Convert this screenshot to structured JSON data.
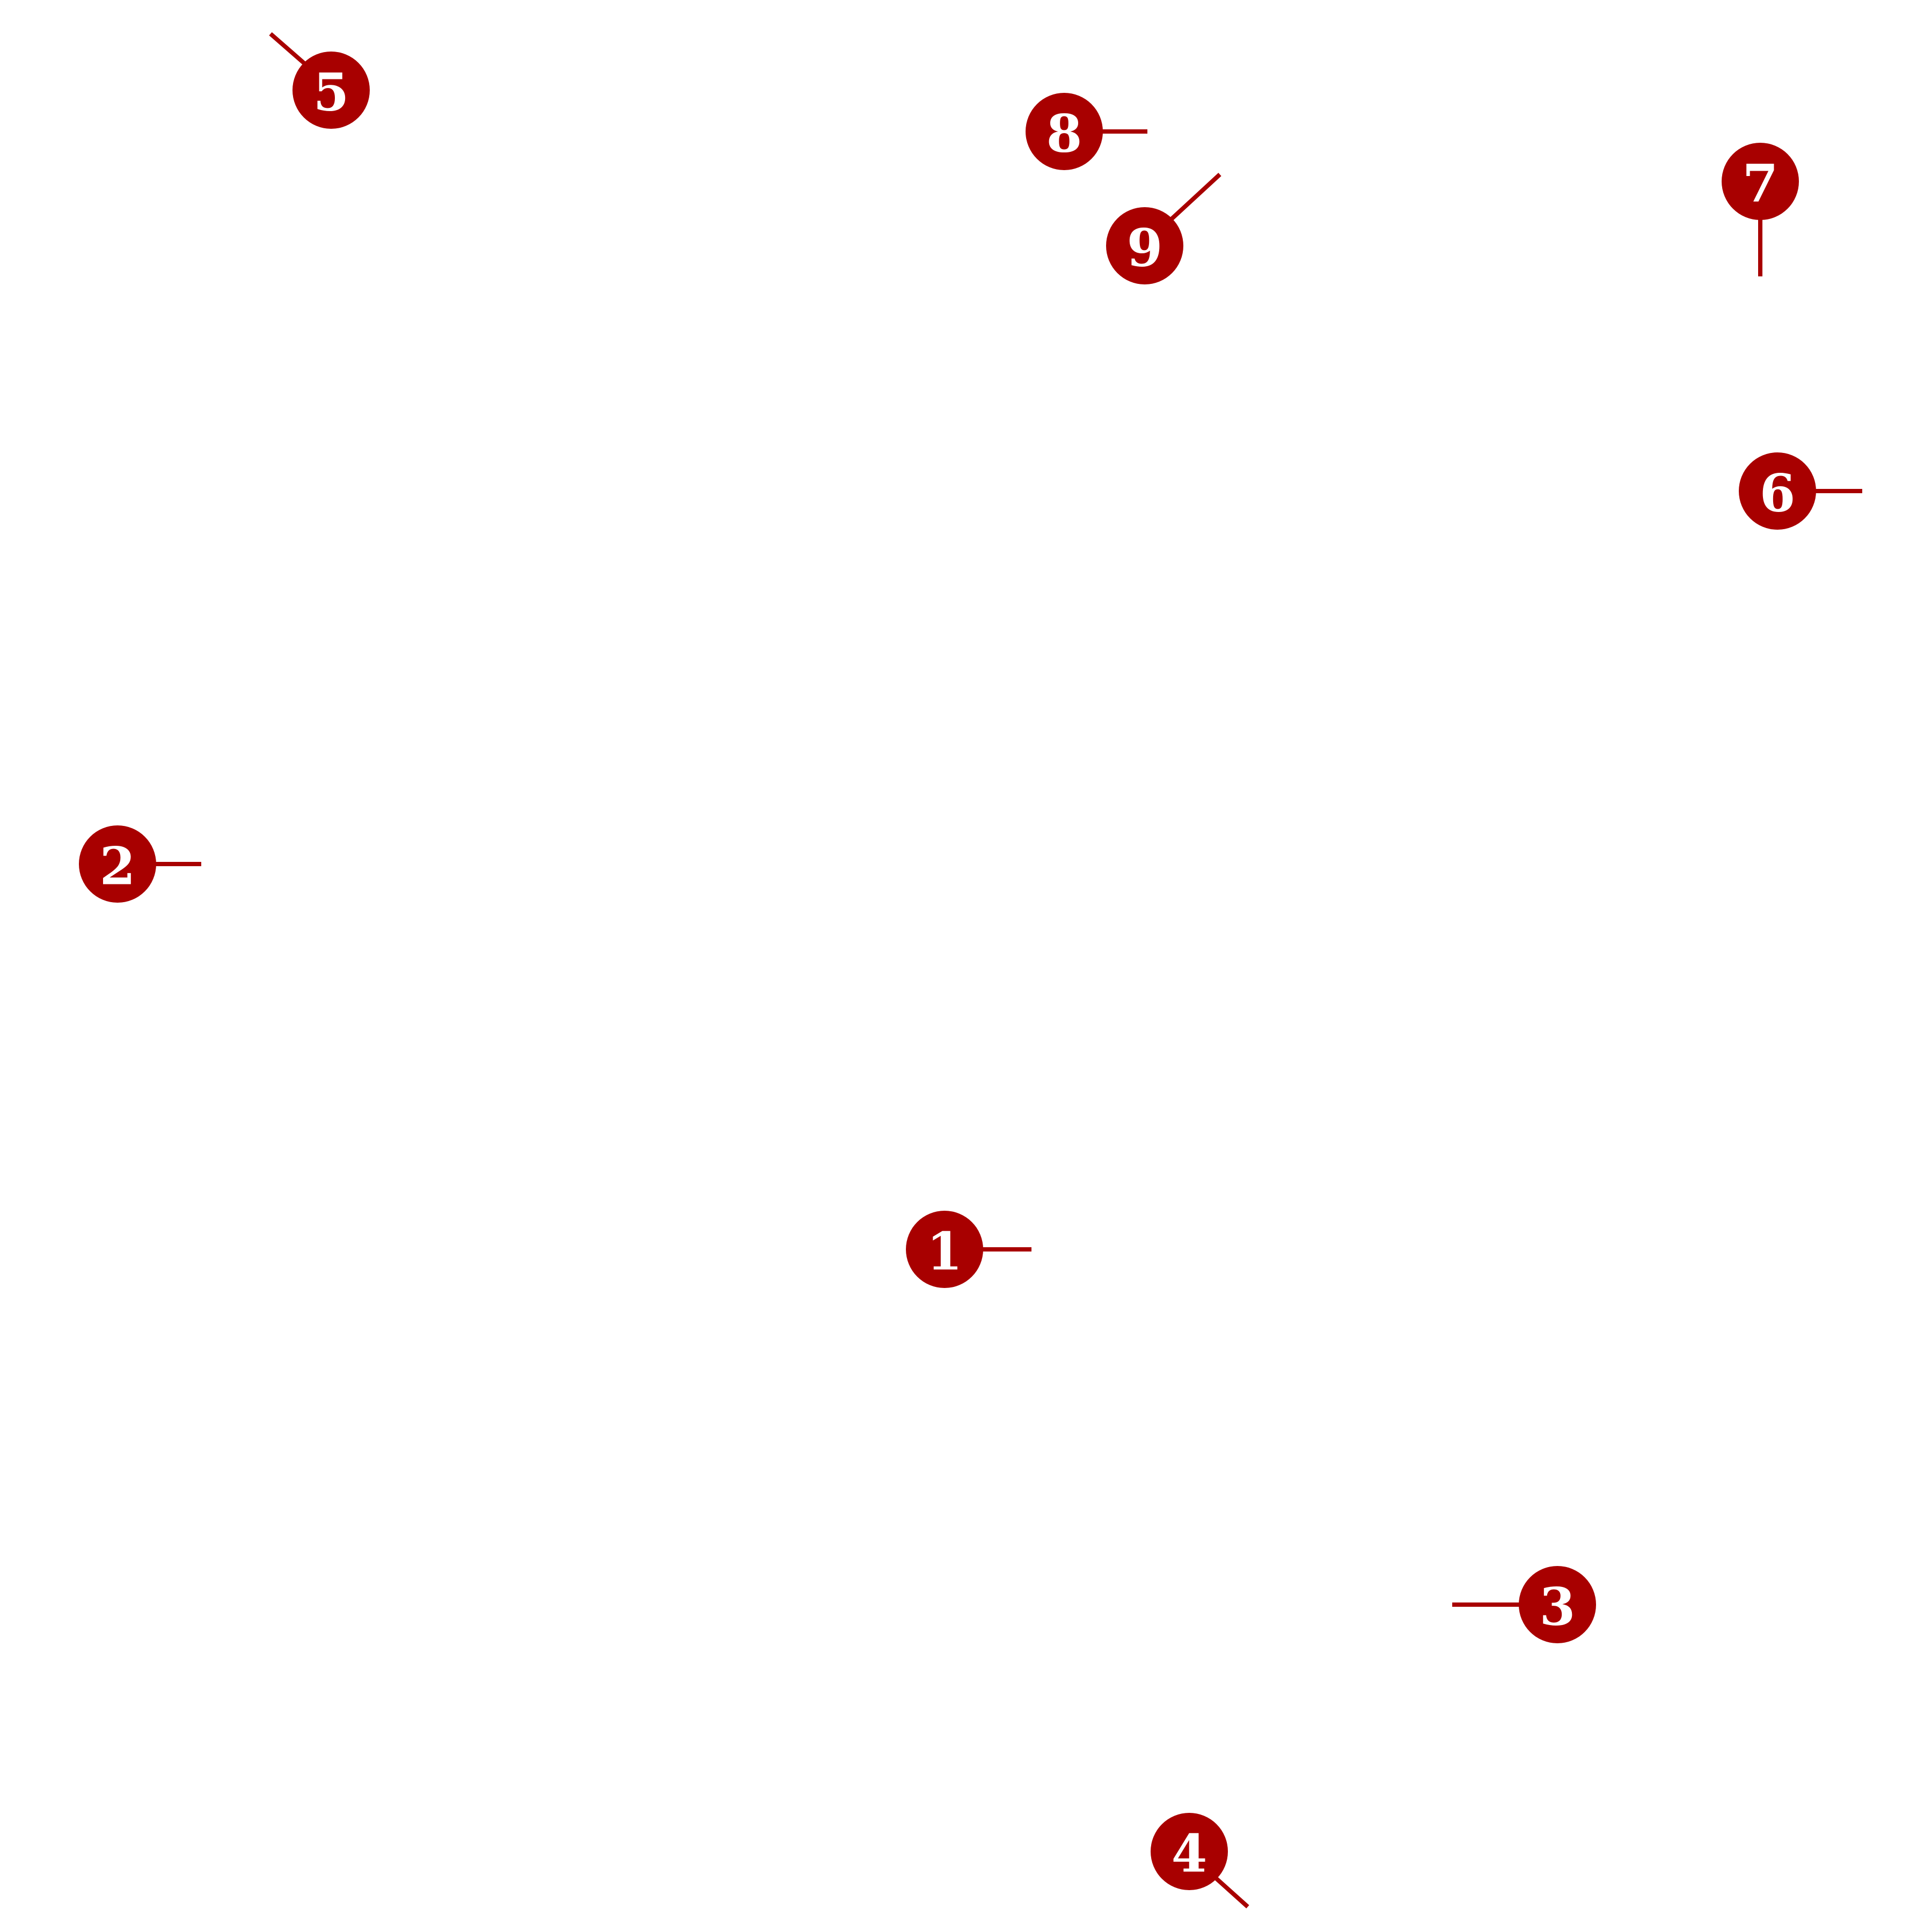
{
  "colors": {
    "marker_fill": "#a80000",
    "marker_text": "#ffffff",
    "background": "#ffffff"
  },
  "markers": [
    {
      "label": "1",
      "leader": "right"
    },
    {
      "label": "2",
      "leader": "right"
    },
    {
      "label": "3",
      "leader": "left"
    },
    {
      "label": "4",
      "leader": "down-right"
    },
    {
      "label": "5",
      "leader": "up-left"
    },
    {
      "label": "6",
      "leader": "right"
    },
    {
      "label": "7",
      "leader": "down"
    },
    {
      "label": "8",
      "leader": "right"
    },
    {
      "label": "9",
      "leader": "up-right"
    }
  ]
}
